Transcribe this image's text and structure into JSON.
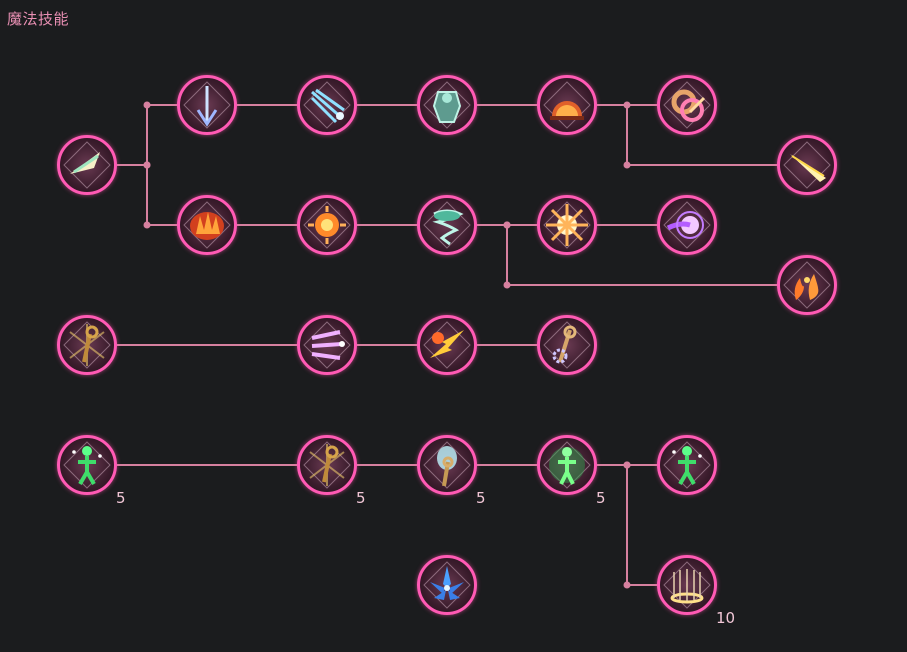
{
  "title": "魔法技能",
  "colors": {
    "line": "#d6809f",
    "ring": "#ff5ab4"
  },
  "connections": [
    {
      "from": "ice_arrow",
      "to": "ice_spear"
    },
    {
      "from": "ice_spear",
      "to": "ice_shards"
    },
    {
      "from": "ice_shards",
      "to": "frost_armor"
    },
    {
      "from": "frost_armor",
      "to": "fire_shield"
    },
    {
      "from": "fire_shield",
      "to": "meteor_ring"
    },
    {
      "from": "fire_shield",
      "to": "light_lance"
    },
    {
      "from": "ice_arrow",
      "to": "fire_wall"
    },
    {
      "from": "fire_wall",
      "to": "fireball"
    },
    {
      "from": "fireball",
      "to": "cyclone"
    },
    {
      "from": "cyclone",
      "to": "explosion"
    },
    {
      "from": "explosion",
      "to": "arcane_orb"
    },
    {
      "from": "cyclone",
      "to": "flame_aura"
    },
    {
      "from": "staff_mastery",
      "to": "triple_shot"
    },
    {
      "from": "triple_shot",
      "to": "lightning_strike"
    },
    {
      "from": "lightning_strike",
      "to": "gear_staff"
    },
    {
      "from": "green_body",
      "to": "staff_burst"
    },
    {
      "from": "staff_burst",
      "to": "spirit_staff"
    },
    {
      "from": "spirit_staff",
      "to": "nature_body"
    },
    {
      "from": "nature_body",
      "to": "green_body_2"
    },
    {
      "from": "nature_body",
      "to": "holy_cage"
    }
  ],
  "nodes": [
    {
      "id": "ice_arrow",
      "icon": "arrow-icon",
      "col": 0,
      "row": 1
    },
    {
      "id": "ice_spear",
      "icon": "spear-down-icon",
      "col": 1,
      "row": 0
    },
    {
      "id": "ice_shards",
      "icon": "shards-icon",
      "col": 2,
      "row": 0
    },
    {
      "id": "frost_armor",
      "icon": "armor-icon",
      "col": 3,
      "row": 0
    },
    {
      "id": "fire_shield",
      "icon": "dome-icon",
      "col": 4,
      "row": 0
    },
    {
      "id": "meteor_ring",
      "icon": "ring-icon",
      "col": 5,
      "row": 0
    },
    {
      "id": "light_lance",
      "icon": "lance-icon",
      "col": 6,
      "row": 1
    },
    {
      "id": "fire_wall",
      "icon": "firewall-icon",
      "col": 1,
      "row": 2
    },
    {
      "id": "fireball",
      "icon": "fireball-icon",
      "col": 2,
      "row": 2
    },
    {
      "id": "cyclone",
      "icon": "cyclone-icon",
      "col": 3,
      "row": 2
    },
    {
      "id": "explosion",
      "icon": "burst-icon",
      "col": 4,
      "row": 2
    },
    {
      "id": "arcane_orb",
      "icon": "orb-icon",
      "col": 5,
      "row": 2
    },
    {
      "id": "flame_aura",
      "icon": "flames-icon",
      "col": 6,
      "row": 3
    },
    {
      "id": "staff_mastery",
      "icon": "staff-glow-icon",
      "col": 0,
      "row": 4
    },
    {
      "id": "triple_shot",
      "icon": "triple-bolt-icon",
      "col": 2,
      "row": 4
    },
    {
      "id": "lightning_strike",
      "icon": "lightning-icon",
      "col": 3,
      "row": 4
    },
    {
      "id": "gear_staff",
      "icon": "gear-staff-icon",
      "col": 4,
      "row": 4
    },
    {
      "id": "green_body",
      "icon": "figure-icon",
      "col": 0,
      "row": 6,
      "count": "5"
    },
    {
      "id": "staff_burst",
      "icon": "staff-glow-icon",
      "col": 2,
      "row": 6,
      "count": "5"
    },
    {
      "id": "spirit_staff",
      "icon": "spirit-staff-icon",
      "col": 3,
      "row": 6,
      "count": "5"
    },
    {
      "id": "nature_body",
      "icon": "figure-bright-icon",
      "col": 4,
      "row": 6,
      "count": "5"
    },
    {
      "id": "green_body_2",
      "icon": "figure-icon",
      "col": 5,
      "row": 6
    },
    {
      "id": "holy_cage",
      "icon": "cage-icon",
      "col": 5,
      "row": 8,
      "count": "10"
    },
    {
      "id": "lotus",
      "icon": "lotus-icon",
      "col": 3,
      "row": 8
    }
  ]
}
